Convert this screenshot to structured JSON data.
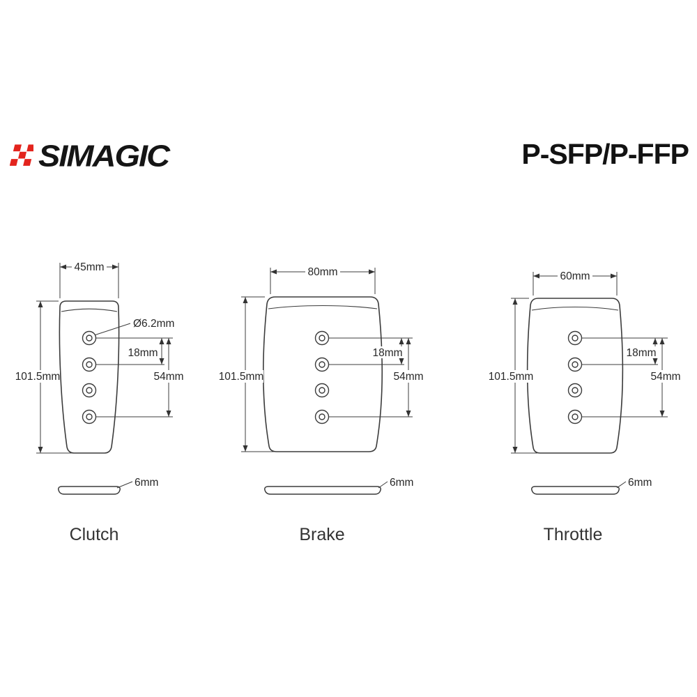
{
  "header": {
    "brand": "SIMAGIC",
    "model": "P-SFP/P-FFP",
    "brand_accent_color": "#e3241d",
    "ink_color": "#3b3b3b"
  },
  "pedals": [
    {
      "name": "Clutch",
      "width_label": "45mm",
      "height_label": "101.5mm",
      "hole_diameter_label": "Ø6.2mm",
      "hole_pitch_label": "18mm",
      "hole_span_label": "54mm",
      "thickness_label": "6mm"
    },
    {
      "name": "Brake",
      "width_label": "80mm",
      "height_label": "101.5mm",
      "hole_pitch_label": "18mm",
      "hole_span_label": "54mm",
      "thickness_label": "6mm"
    },
    {
      "name": "Throttle",
      "width_label": "60mm",
      "height_label": "101.5mm",
      "hole_pitch_label": "18mm",
      "hole_span_label": "54mm",
      "thickness_label": "6mm"
    }
  ]
}
